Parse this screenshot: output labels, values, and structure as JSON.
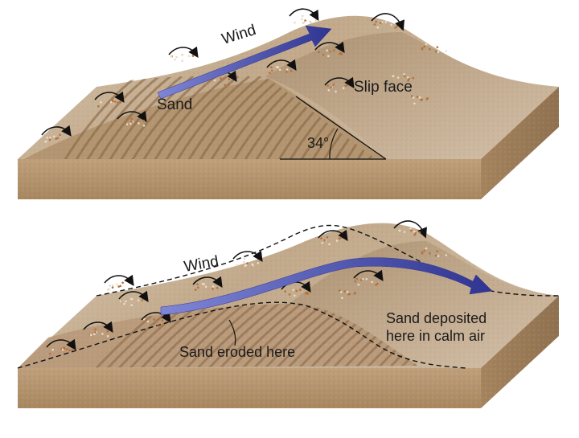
{
  "top_panel": {
    "wind_label": "Wind",
    "sand_label": "Sand",
    "slip_face_label": "Slip face",
    "angle_label": "34°"
  },
  "bottom_panel": {
    "wind_label": "Wind",
    "eroded_label": "Sand eroded here",
    "deposited_line1": "Sand deposited",
    "deposited_line2": "here in calm air"
  },
  "colors": {
    "wind_arrow": "#3b3f9a",
    "dune_surface": "#c9b49a",
    "dune_front": "#b39571",
    "outline": "#1a1a1a"
  }
}
